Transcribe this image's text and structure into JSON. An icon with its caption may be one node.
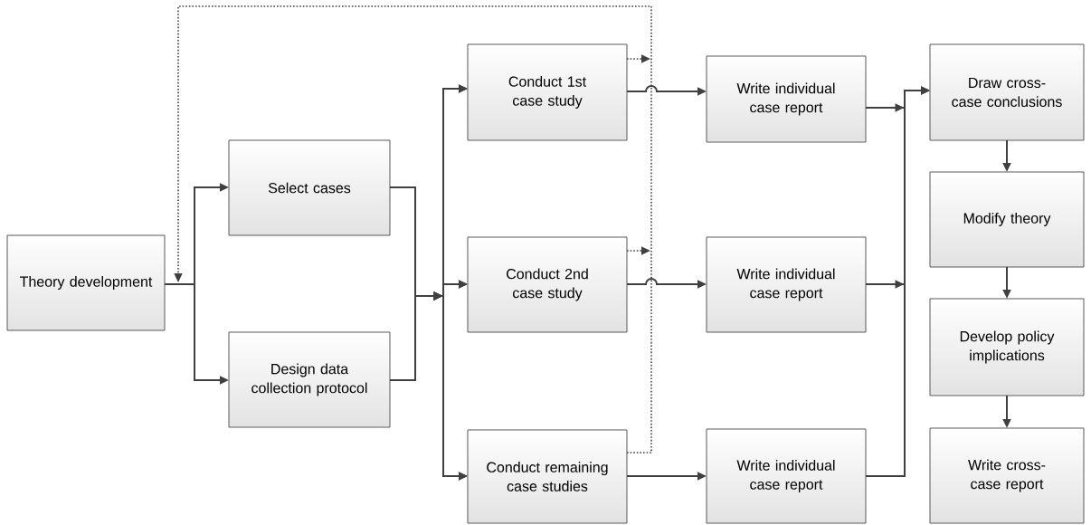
{
  "diagram": {
    "nodes": [
      {
        "text": [
          "Theory development"
        ]
      },
      {
        "text": [
          "Select cases"
        ]
      },
      {
        "text": [
          "Design data collection protocol"
        ]
      },
      {
        "text": [
          "Conduct 1st case study"
        ]
      },
      {
        "text": [
          "Conduct 2nd case study"
        ]
      },
      {
        "text": [
          "Conduct remaining case studies"
        ]
      },
      {
        "text": [
          "Write individual case report"
        ]
      },
      {
        "text": [
          "Write individual case report"
        ]
      },
      {
        "text": [
          "Write individual case report"
        ]
      },
      {
        "text": [
          "Draw cross-case conclusions"
        ]
      },
      {
        "text": [
          "Modify theory"
        ]
      },
      {
        "text": [
          "Develop policy implications"
        ]
      },
      {
        "text": [
          "Write cross-case report"
        ]
      }
    ],
    "edges": [
      {
        "from": 0,
        "to": 1,
        "arrow": "to"
      },
      {
        "from": 0,
        "to": 2,
        "arrow": "to"
      },
      {
        "from": 1,
        "to": 3,
        "arrow": "to"
      },
      {
        "from": 1,
        "to": 4,
        "arrow": "to"
      },
      {
        "from": 1,
        "to": 5,
        "arrow": "to"
      },
      {
        "from": 2,
        "to": 3,
        "arrow": "to"
      },
      {
        "from": 2,
        "to": 4,
        "arrow": "to"
      },
      {
        "from": 2,
        "to": 5,
        "arrow": "to"
      },
      {
        "from": 3,
        "to": 6,
        "arrow": "to"
      },
      {
        "from": 4,
        "to": 7,
        "arrow": "to"
      },
      {
        "from": 5,
        "to": 8,
        "arrow": "to"
      },
      {
        "from": 6,
        "to": 9,
        "arrow": "to"
      },
      {
        "from": 7,
        "to": 9,
        "arrow": "to"
      },
      {
        "from": 8,
        "to": 9,
        "arrow": "to"
      },
      {
        "from": 9,
        "to": 10,
        "arrow": "to"
      },
      {
        "from": 10,
        "to": 11,
        "arrow": "to"
      },
      {
        "from": 11,
        "to": 12,
        "arrow": "to"
      },
      {
        "from": 5,
        "to": 0,
        "arrow": "to",
        "style": "dashed"
      },
      {
        "from": 3,
        "to": null,
        "arrow": "to",
        "style": "dashed"
      },
      {
        "from": 4,
        "to": null,
        "arrow": "to",
        "style": "dashed"
      }
    ]
  }
}
